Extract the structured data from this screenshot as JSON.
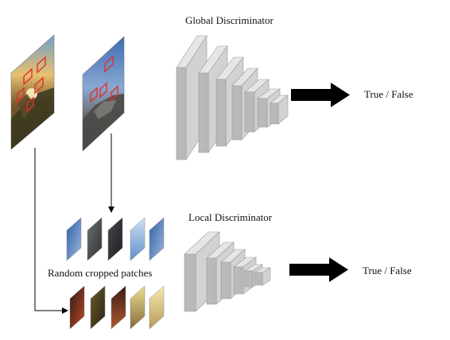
{
  "global": {
    "title": "Global Discriminator",
    "output": "True / False"
  },
  "local": {
    "title": "Local Discriminator",
    "output": "True / False"
  },
  "patches_caption": "Random cropped patches",
  "colors": {
    "layer_front": "#b9b9b9",
    "layer_side": "#d2d2d2",
    "layer_top": "#e6e6e6",
    "layer_edge": "#9a9a9a",
    "arrow": "#000000",
    "crop_box": "#e0302a",
    "sky_blue": "#4f78b8",
    "rock_grey": "#55585c",
    "sunset_orange": "#d98a30",
    "ground_dark": "#3a2a1a"
  }
}
